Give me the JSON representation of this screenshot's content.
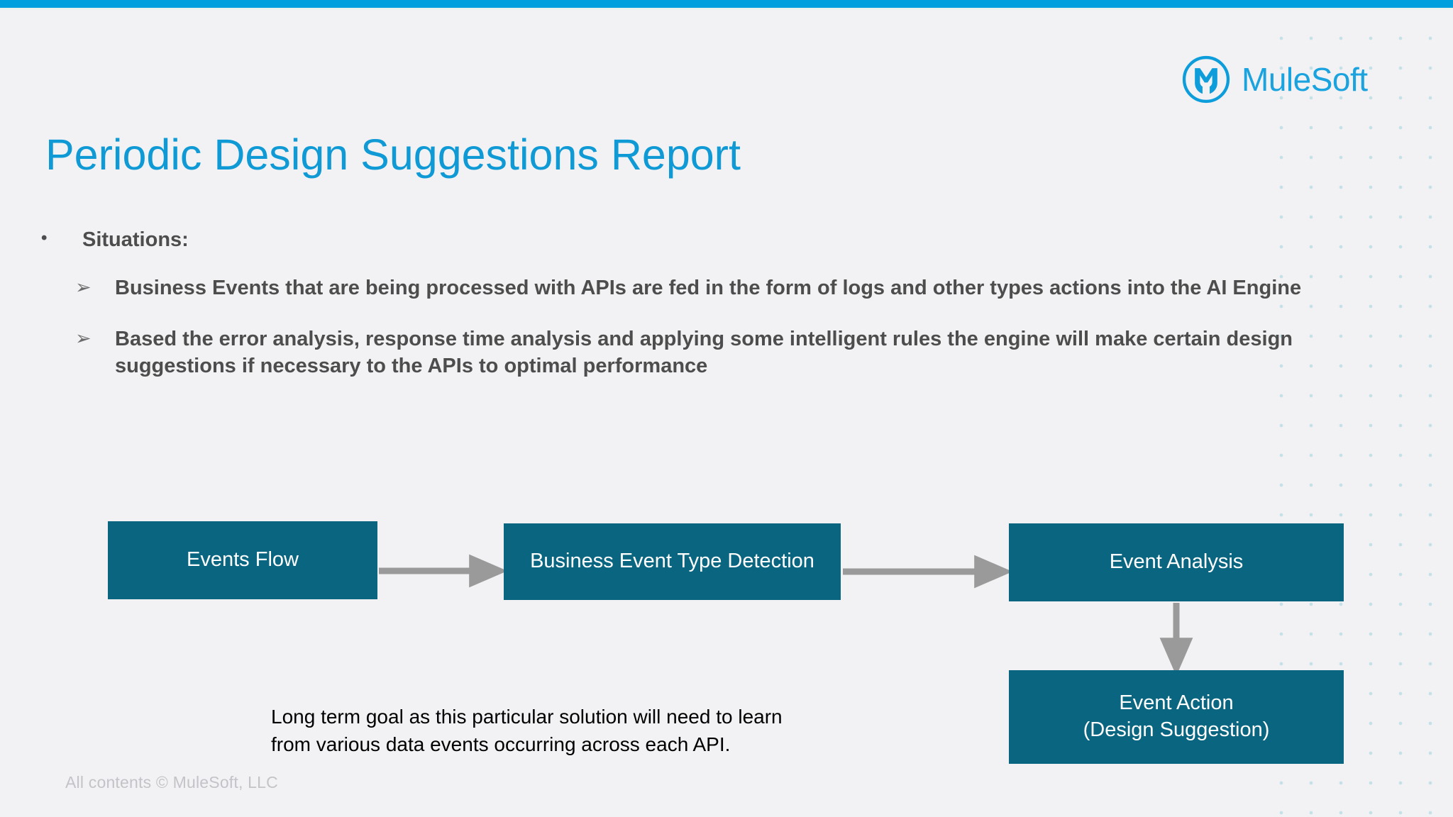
{
  "brand": {
    "name": "MuleSoft",
    "logo_icon": "mulesoft-m-icon",
    "accent_blue": "#00a0df",
    "logo_blue": "#1aa3de",
    "title_blue": "#0f9ad6",
    "node_teal": "#0a6680",
    "arrow_gray": "#9a9a9a",
    "body_gray": "#4d4d4d",
    "dot_color": "#9fd3de",
    "slide_bg": "#f2f2f4"
  },
  "title": "Periodic Design Suggestions Report",
  "bullets": {
    "level1": {
      "marker": "•",
      "text": "Situations:"
    },
    "level2": [
      {
        "marker": "➢",
        "text": "Business Events that are being processed with APIs are fed in the form of logs and other types actions into the AI Engine"
      },
      {
        "marker": "➢",
        "text": "Based the error analysis, response time analysis and applying some intelligent rules the engine will make certain design suggestions if necessary to the APIs to optimal performance"
      }
    ]
  },
  "diagram": {
    "nodes": [
      {
        "id": "events-flow",
        "label": "Events Flow"
      },
      {
        "id": "detection",
        "label": "Business Event Type Detection"
      },
      {
        "id": "analysis",
        "label": "Event Analysis"
      },
      {
        "id": "action",
        "label": "Event Action\n(Design Suggestion)",
        "line1": "Event Action",
        "line2": "(Design Suggestion)"
      }
    ],
    "connectors": [
      {
        "id": "events-flow-to-detection",
        "direction": "right"
      },
      {
        "id": "detection-to-analysis",
        "direction": "right"
      },
      {
        "id": "analysis-to-action",
        "direction": "down"
      }
    ]
  },
  "caption": {
    "line1": "Long term goal as this particular solution will need to learn",
    "line2": "from various data events occurring across each API."
  },
  "footer": "All contents © MuleSoft, LLC"
}
